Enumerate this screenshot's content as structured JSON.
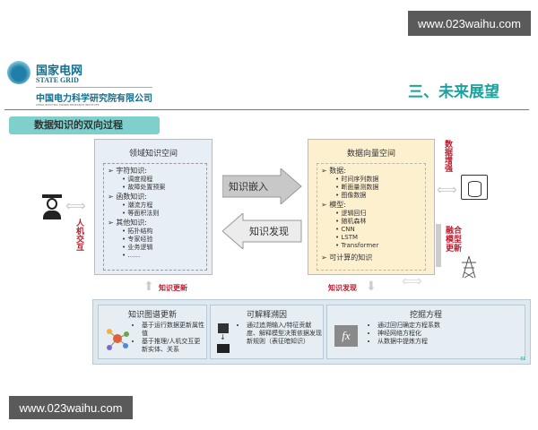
{
  "watermarks": {
    "top": "www.023waihu.com",
    "bottom": "www.023waihu.com"
  },
  "header": {
    "logo_cn": "国家电网",
    "logo_en": "STATE GRID",
    "institute_cn": "中国电力科学研究院有限公司",
    "institute_en": "CHINA ELECTRIC POWER RESEARCH INSTITUTE",
    "slide_title": "三、未来展望"
  },
  "section_title": "数据知识的双向过程",
  "left_box": {
    "title": "领域知识空间",
    "groups": [
      {
        "label": "字符知识:",
        "items": [
          "调度规程",
          "故障处置预案"
        ]
      },
      {
        "label": "函数知识:",
        "items": [
          "潮流方程",
          "等面积法则"
        ]
      },
      {
        "label": "其他知识:",
        "items": [
          "拓扑结构",
          "专家经验",
          "业务逻辑",
          "……"
        ]
      }
    ]
  },
  "right_box": {
    "title": "数据向量空间",
    "groups": [
      {
        "label": "数据:",
        "items": [
          "时间序列数据",
          "断面量测数据",
          "图像数据"
        ]
      },
      {
        "label": "模型:",
        "items": [
          "逻辑回归",
          "随机森林",
          "CNN",
          "LSTM",
          "Transformer"
        ]
      },
      {
        "label": "可计算的知识",
        "items": []
      }
    ]
  },
  "arrows": {
    "embed": "知识嵌入",
    "discover": "知识发现",
    "update_label": "知识更新",
    "discover_label": "知识发现"
  },
  "side_labels": {
    "human": "人机交互",
    "data_aug": "数据增强",
    "model_update": "融合模型更新"
  },
  "bottom_panels": [
    {
      "title": "知识图谱更新",
      "items": [
        "基于运行数据更新属性值",
        "基于推理/人机交互更新实体、关系"
      ]
    },
    {
      "title": "可解释溯因",
      "items": [
        "通过追溯输入/特征贡献度、解释模型决策依据发现新规则（表征暗知识）"
      ]
    },
    {
      "title": "挖掘方程",
      "items": [
        "通过回归确定方程系数",
        "神经网络方程化",
        "从数据中提炼方程"
      ],
      "icon_text": "fx"
    }
  ],
  "page_number": "31",
  "colors": {
    "teal": "#19a3a0",
    "section_bg": "#7fd0cc",
    "red": "#c0182a",
    "left_bg": "#e8eef5",
    "right_bg": "#fdf0cf"
  }
}
